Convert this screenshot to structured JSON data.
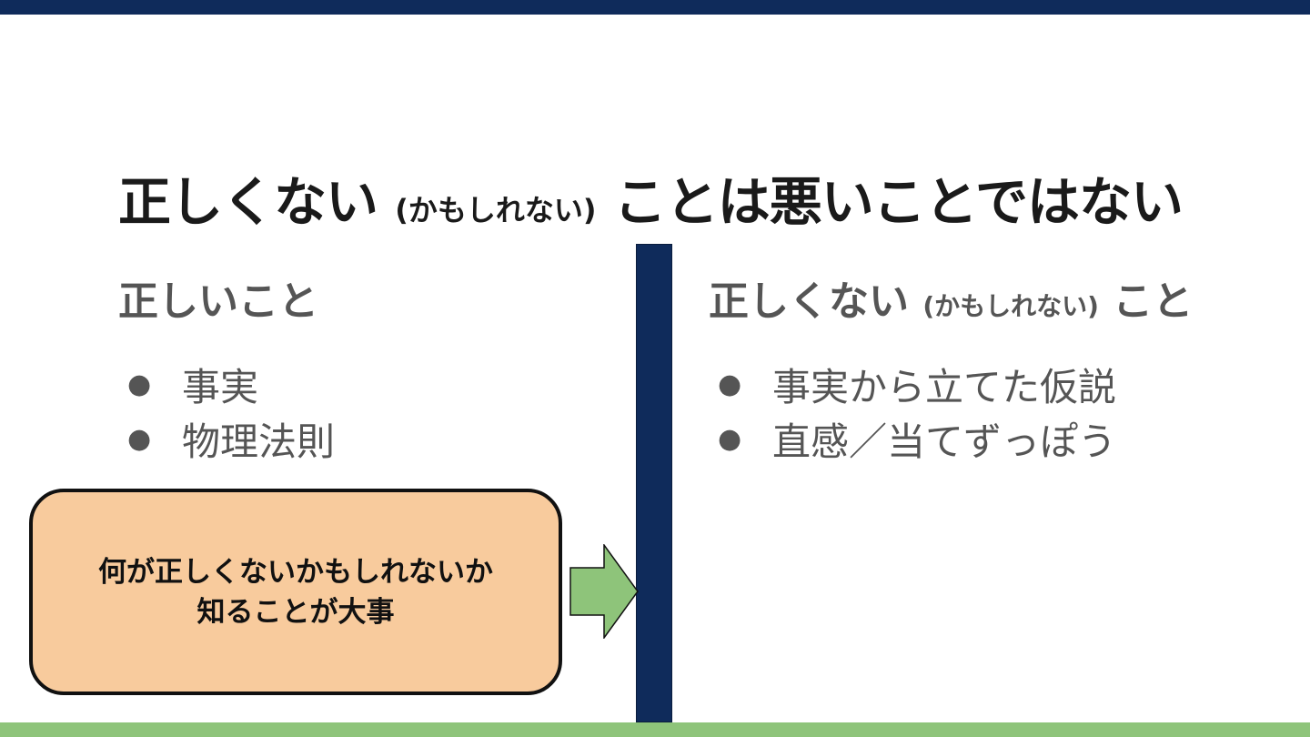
{
  "colors": {
    "top_bar": "#0f2b5b",
    "bottom_bar": "#8ec47a",
    "divider": "#0f2b5b",
    "callout_fill": "#f8cb9d",
    "arrow_fill": "#8ec47a",
    "title_text": "#1a1a1a",
    "body_text": "#555555"
  },
  "title": {
    "main": "正しくない",
    "note": "(かもしれない)",
    "rest": "ことは悪いことではない"
  },
  "left_column": {
    "heading": "正しいこと",
    "items": [
      {
        "label": "事実"
      },
      {
        "label": "物理法則"
      }
    ]
  },
  "right_column": {
    "heading_main": "正しくない",
    "heading_note": "(かもしれない)",
    "heading_rest": "こと",
    "items": [
      {
        "label": "事実から立てた仮説"
      },
      {
        "label": "直感／当てずっぽう"
      }
    ]
  },
  "callout": {
    "line1": "何が正しくないかもしれないか",
    "line2": "知ることが大事"
  },
  "icons": {
    "bullet": "●",
    "arrow": "right-arrow-icon"
  }
}
